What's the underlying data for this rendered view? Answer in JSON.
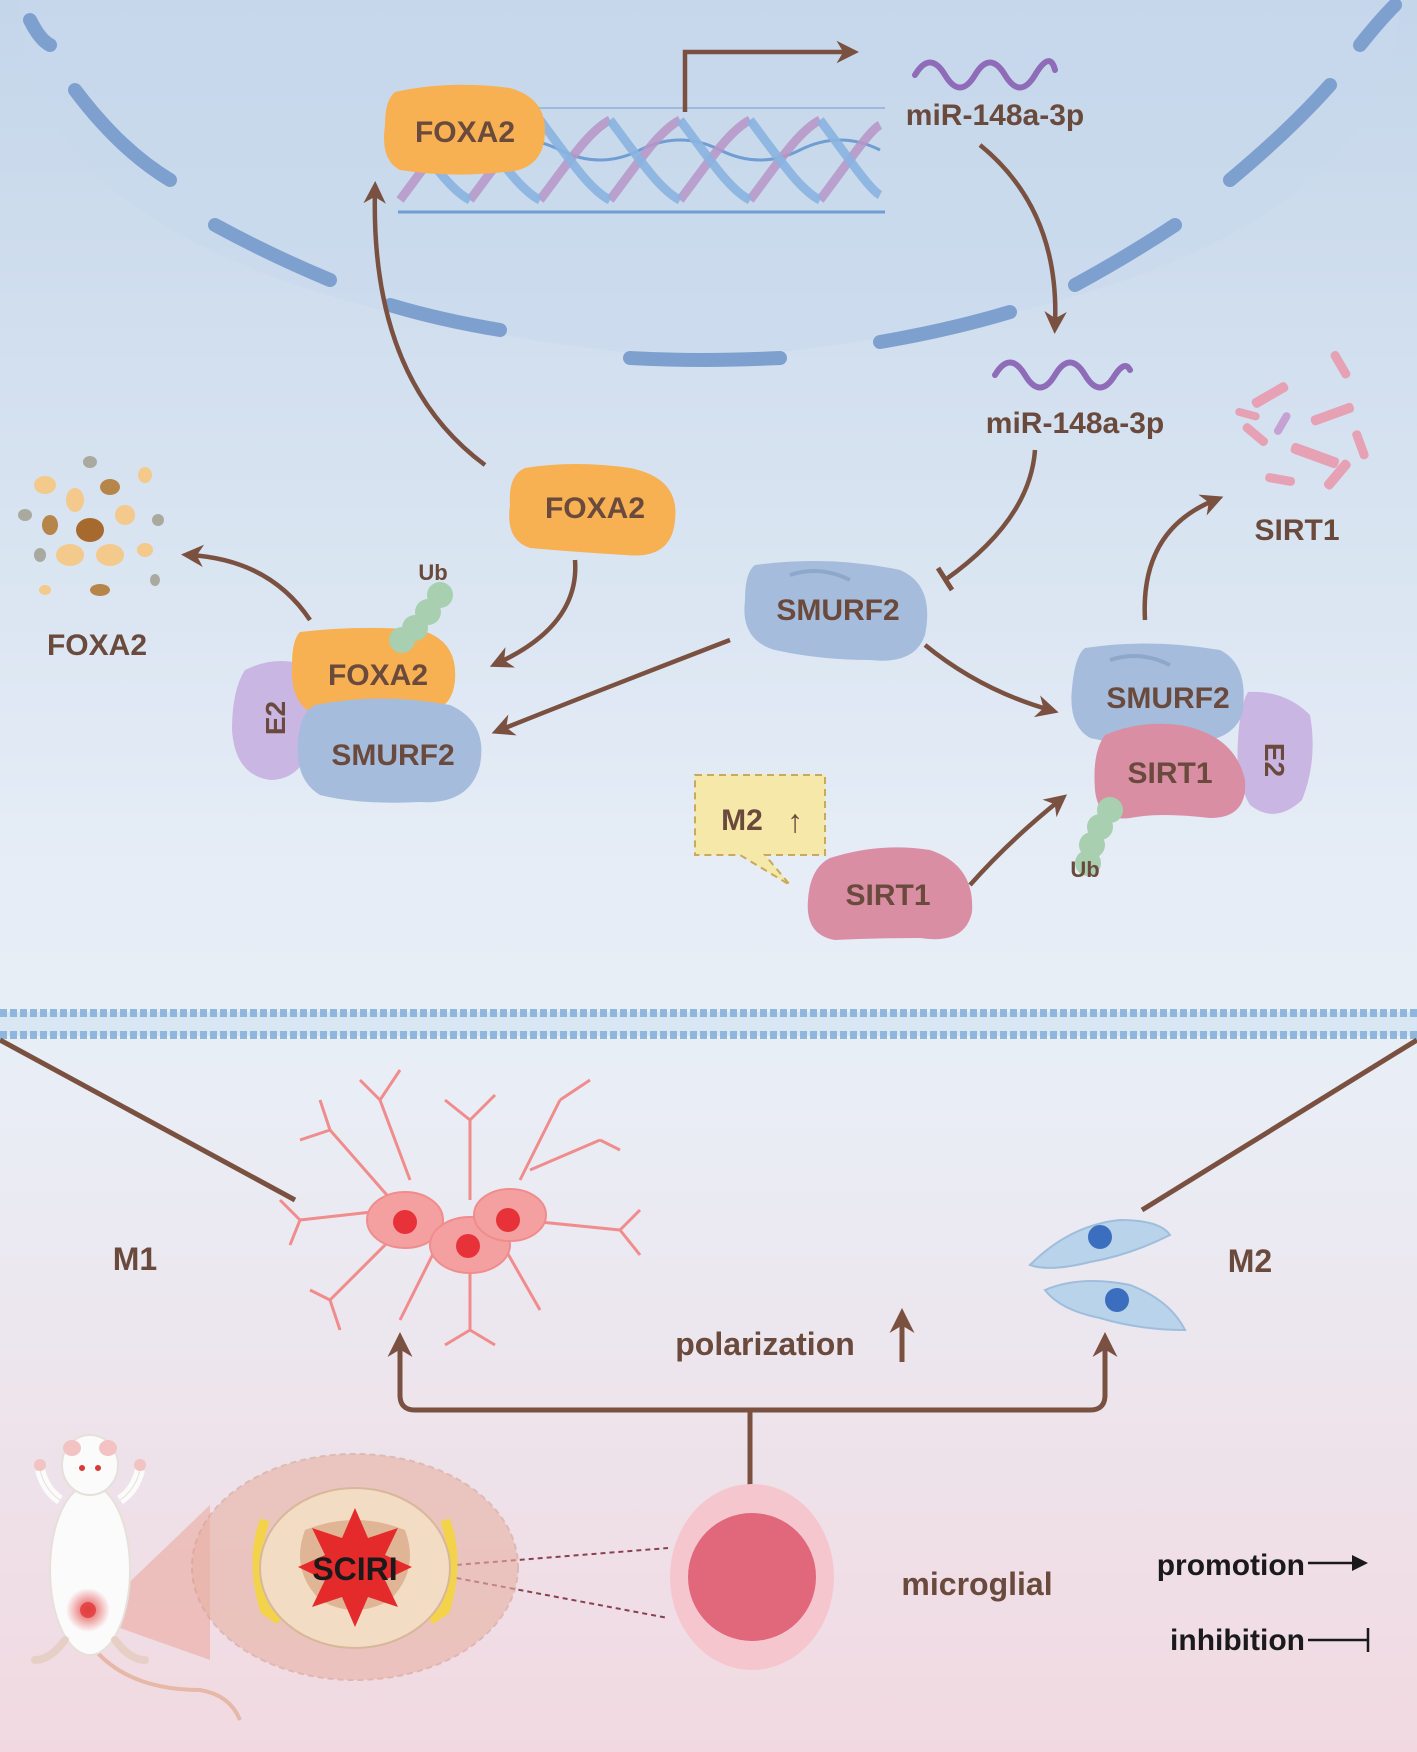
{
  "colors": {
    "top_bg": "#c4d6ea",
    "mid_bg": "#e6edf6",
    "bottom_bg": "#f2d9e1",
    "arrow": "#7a5140",
    "foxa2": "#f7b052",
    "smurf2": "#a6bcdc",
    "sirt1": "#d98ea4",
    "e2": "#c9b6e2",
    "ub": "#a8cfb0",
    "nucleus_line": "#7ea0cf",
    "text": "#6a4a3c",
    "m1_cell": "#f08c8c",
    "m2_cell": "#b9d4ea",
    "microglia": "#e0687a"
  },
  "labels": {
    "foxa2_dna": "FOXA2",
    "mirna_nucleus": "miR-148a-3p",
    "mirna_cyto": "miR-148a-3p",
    "foxa2_free": "FOXA2",
    "foxa2_degraded": "FOXA2",
    "sirt1_degraded": "SIRT1",
    "smurf2_free": "SMURF2",
    "complex_left_foxa2": "FOXA2",
    "complex_left_smurf2": "SMURF2",
    "complex_left_e2": "E2",
    "complex_left_ub": "Ub",
    "complex_right_smurf2": "SMURF2",
    "complex_right_sirt1": "SIRT1",
    "complex_right_e2": "E2",
    "complex_right_ub": "Ub",
    "sirt1_free": "SIRT1",
    "m2_callout": "M2",
    "m2_callout_arrow": "↑",
    "m1": "M1",
    "m2": "M2",
    "polarization": "polarization",
    "sciri": "SCIRI",
    "microglial": "microglial",
    "legend_promotion": "promotion",
    "legend_inhibition": "inhibition"
  }
}
